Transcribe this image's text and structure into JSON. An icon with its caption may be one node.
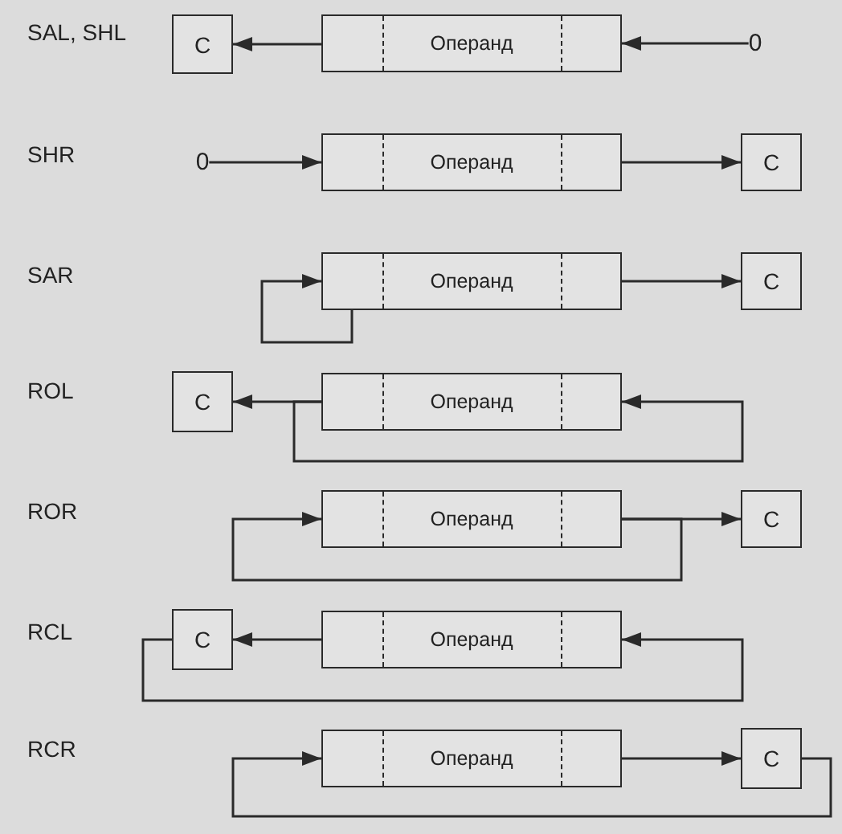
{
  "diagram": {
    "nodes": [
      {
        "text": [
          "C"
        ]
      },
      {
        "text": [
          "Операнд"
        ]
      },
      {
        "text": [
          "0"
        ]
      },
      {
        "text": [
          "0"
        ]
      },
      {
        "text": [
          "Операнд"
        ]
      },
      {
        "text": [
          "C"
        ]
      },
      {
        "text": [
          "Операнд"
        ]
      },
      {
        "text": [
          "C"
        ]
      },
      {
        "text": [
          "C"
        ]
      },
      {
        "text": [
          "Операнд"
        ]
      },
      {
        "text": [
          "Операнд"
        ]
      },
      {
        "text": [
          "C"
        ]
      },
      {
        "text": [
          "C"
        ]
      },
      {
        "text": [
          "Операнд"
        ]
      },
      {
        "text": [
          "Операнд"
        ]
      },
      {
        "text": [
          "C"
        ]
      }
    ],
    "edges": [
      {
        "from": 1,
        "to": 0,
        "arrow": "to"
      },
      {
        "from": 2,
        "to": 1,
        "arrow": "to"
      },
      {
        "from": 3,
        "to": 4,
        "arrow": "to"
      },
      {
        "from": 4,
        "to": 5,
        "arrow": "to"
      },
      {
        "from": 6,
        "to": 7,
        "arrow": "to"
      },
      {
        "from": 6,
        "to": 6,
        "arrow": "to"
      },
      {
        "from": 9,
        "to": 8,
        "arrow": "to"
      },
      {
        "from": 9,
        "to": 9,
        "arrow": "to"
      },
      {
        "from": 10,
        "to": 11,
        "arrow": "to"
      },
      {
        "from": 10,
        "to": 10,
        "arrow": "to"
      },
      {
        "from": 13,
        "to": 12,
        "arrow": "to"
      },
      {
        "from": 12,
        "to": 13,
        "arrow": "to"
      },
      {
        "from": 14,
        "to": 15,
        "arrow": "to"
      },
      {
        "from": 15,
        "to": 14,
        "arrow": "to"
      }
    ],
    "labels": [
      "SAL, SHL",
      "SHR",
      "SAR",
      "ROL",
      "ROR",
      "RCL",
      "RCR"
    ]
  }
}
